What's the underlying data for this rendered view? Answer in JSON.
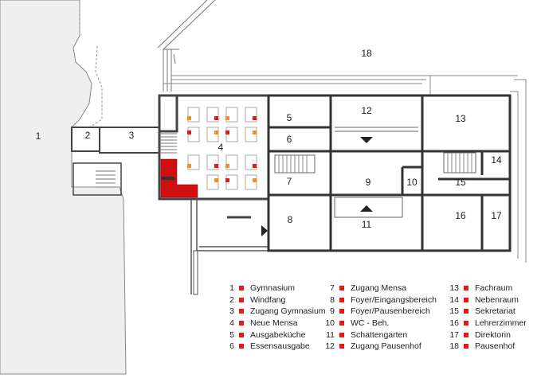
{
  "rooms": [
    {
      "num": "1",
      "name": "Gymnasium"
    },
    {
      "num": "2",
      "name": "Windfang"
    },
    {
      "num": "3",
      "name": "Zugang Gymnasium"
    },
    {
      "num": "4",
      "name": "Neue Mensa"
    },
    {
      "num": "5",
      "name": "Ausgabeküche"
    },
    {
      "num": "6",
      "name": "Essensausgabe"
    },
    {
      "num": "7",
      "name": "Zugang Mensa"
    },
    {
      "num": "8",
      "name": "Foyer/Eingangsbereich"
    },
    {
      "num": "9",
      "name": "Foyer/Pausenbereich"
    },
    {
      "num": "10",
      "name": "WC - Beh."
    },
    {
      "num": "11",
      "name": "Schattengarten"
    },
    {
      "num": "12",
      "name": "Zugang Pausenhof"
    },
    {
      "num": "13",
      "name": "Fachraum"
    },
    {
      "num": "14",
      "name": "Nebenraum"
    },
    {
      "num": "15",
      "name": "Sekretariat"
    },
    {
      "num": "16",
      "name": "Lehrerzimmer"
    },
    {
      "num": "17",
      "name": "Direktorin"
    },
    {
      "num": "18",
      "name": "Pausenhof"
    }
  ],
  "colors": {
    "accent": "#e31b14",
    "seat_orange": "#f0901e",
    "wall": "#444444",
    "ground": "#efefef"
  }
}
